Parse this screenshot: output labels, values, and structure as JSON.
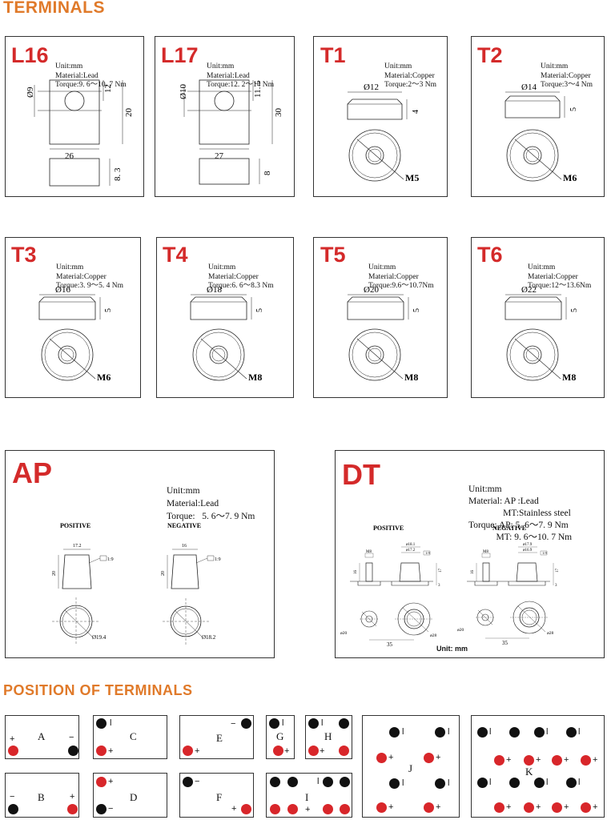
{
  "titles": {
    "terminals": "TERMINALS",
    "position": "POSITION  OF  TERMINALS"
  },
  "colors": {
    "accent_orange": "#e07a2a",
    "terminal_red": "#d42a2a",
    "dot_red": "#d8262a",
    "dot_black": "#111111"
  },
  "terminals": [
    {
      "name": "L16",
      "spec": [
        "Unit:mm",
        "Material:Lead",
        "Torque:9. 6～10. 7 Nm"
      ],
      "dims": {
        "hole": "Ø9",
        "top": "12",
        "height": "20",
        "width": "26",
        "thick": "8. 3"
      }
    },
    {
      "name": "L17",
      "spec": [
        "Unit:mm",
        "Material:Lead",
        "Torque:12. 2～14 Nm"
      ],
      "dims": {
        "hole": "Ø10",
        "top": "11. 5",
        "height": "30",
        "width": "27",
        "thick": "8"
      }
    },
    {
      "name": "T1",
      "spec": [
        "Unit:mm",
        "Material:Copper",
        "Torque:2～3 Nm"
      ],
      "dims": {
        "dia": "Ø12",
        "h": "4",
        "thread": "M5"
      }
    },
    {
      "name": "T2",
      "spec": [
        "Unit:mm",
        "Material:Copper",
        "Torque:3～4 Nm"
      ],
      "dims": {
        "dia": "Ø14",
        "h": "5",
        "thread": "M6"
      }
    },
    {
      "name": "T3",
      "spec": [
        "Unit:mm",
        "Material:Copper",
        "Torque:3. 9～5. 4 Nm"
      ],
      "dims": {
        "dia": "Ø16",
        "h": "5",
        "thread": "M6"
      }
    },
    {
      "name": "T4",
      "spec": [
        "Unit:mm",
        "Material:Copper",
        "Torque:6. 6～8.3 Nm"
      ],
      "dims": {
        "dia": "Ø18",
        "h": "5",
        "thread": "M8"
      }
    },
    {
      "name": "T5",
      "spec": [
        "Unit:mm",
        "Material:Copper",
        "Torque:9.6～10.7Nm"
      ],
      "dims": {
        "dia": "Ø20",
        "h": "5",
        "thread": "M8"
      }
    },
    {
      "name": "T6",
      "spec": [
        "Unit:mm",
        "Material:Copper",
        "Torque:12～13.6Nm"
      ],
      "dims": {
        "dia": "Ø22",
        "h": "5",
        "thread": "M8"
      }
    }
  ],
  "ap": {
    "name": "AP",
    "spec": [
      "Unit:mm",
      "Material:Lead",
      "Torque:   5. 6～7. 9 Nm"
    ],
    "positive": {
      "label": "POSITIVE",
      "top": "17.2",
      "h": "20",
      "taper": "1:9",
      "dia": "Ø19.4"
    },
    "negative": {
      "label": "NEGATIVE",
      "top": "16",
      "h": "20",
      "taper": "1:9",
      "dia": "Ø18.2"
    }
  },
  "dt": {
    "name": "DT",
    "spec": [
      "Unit:mm",
      "Material: AP :Lead",
      "               MT:Stainless steel",
      "Torque: AP: 5. 6～7. 9 Nm",
      "            MT: 9. 6～10. 7 Nm"
    ],
    "positive": {
      "label": "POSITIVE",
      "thread": "M8",
      "d1": "ø18.1",
      "d2": "ø17.2",
      "taper": "1:9",
      "h1": "16",
      "h2": "17",
      "h3": "3",
      "small": "ø20",
      "big": "ø28",
      "pitch": "35"
    },
    "negative": {
      "label": "NEGATIVE",
      "thread": "M8",
      "d1": "ø17.9",
      "d2": "ø16.9",
      "taper": "1:9",
      "h1": "16",
      "h2": "17",
      "h3": "3",
      "small": "ø20",
      "big": "ø28",
      "pitch": "35"
    },
    "unit_note": "Unit: mm"
  },
  "positions": [
    {
      "name": "A",
      "plus": "+",
      "minus": "−"
    },
    {
      "name": "B",
      "plus": "+",
      "minus": "−"
    },
    {
      "name": "C",
      "plus": "+",
      "minus": "l"
    },
    {
      "name": "D",
      "plus": "+",
      "minus": "−"
    },
    {
      "name": "E",
      "plus": "+",
      "minus": "−"
    },
    {
      "name": "F",
      "plus": "+",
      "minus": "−"
    },
    {
      "name": "G",
      "plus": "+",
      "minus": "l"
    },
    {
      "name": "H",
      "plus": "+",
      "minus": "l"
    },
    {
      "name": "I",
      "plus": "+",
      "minus": "l"
    },
    {
      "name": "J",
      "plus": "+",
      "minus": "l"
    },
    {
      "name": "K",
      "plus": "+",
      "minus": "l"
    }
  ]
}
